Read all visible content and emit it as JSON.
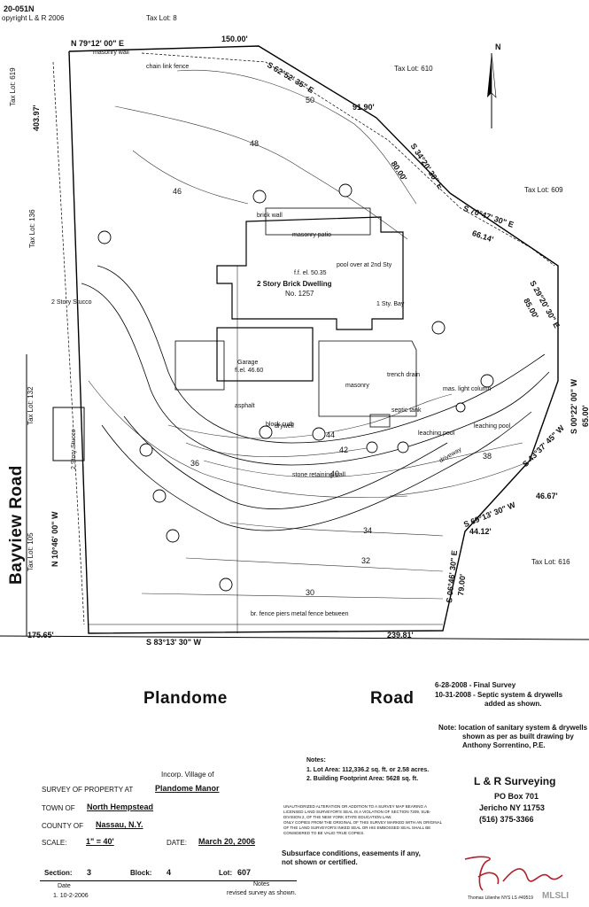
{
  "header": {
    "job_no": "20-051N",
    "copyright": "opyright L & R  2006"
  },
  "lots": {
    "tax_lot_8": "Tax Lot: 8",
    "tax_lot_610": "Tax Lot: 610",
    "tax_lot_609": "Tax Lot: 609",
    "tax_lot_619": "Tax Lot: 619",
    "tax_lot_136": "Tax Lot: 136",
    "tax_lot_132": "Tax Lot: 132",
    "tax_lot_105": "Tax Lot: 105",
    "tax_lot_616": "Tax Lot: 616"
  },
  "bearings": {
    "north_line": "N 79°12' 00\" E",
    "north_dist": "150.00'",
    "ne1": "S 62°52' 35\" E",
    "ne1_dist": "91.90'",
    "ne2": "S 34°20' 30\" E",
    "ne2_dist": "80.00'",
    "e1": "S 70°47' 30\" E",
    "e1_dist": "66.14'",
    "e2": "S 29°20' 30\" E",
    "e2_dist": "85.00'",
    "e3": "S 00°22' 00\" W",
    "e3_dist": "65.00'",
    "se1": "S 43°37' 45\" W",
    "se1_dist": "46.67'",
    "se2": "S 69°13' 30\" W",
    "se2_dist": "44.12'",
    "se3": "S 06°46' 30\" E",
    "se3_dist": "79.00'",
    "south": "S 83°13' 30\" W",
    "south_dist": "239.81'",
    "sw_dist": "175.65'",
    "west": "N 10°46' 00\" W",
    "west_top": "403.97'"
  },
  "plan_labels": {
    "dwelling": "2 Story Brick Dwelling",
    "dwelling_no": "No. 1257",
    "masonry_patio": "masonry patio",
    "garage": "Garage",
    "garage_el": "fl.el. 46.60",
    "stucco_top": "2 Story Stucco",
    "stucco_west": "2 Story Stucco",
    "masonry": "masonry",
    "trench_drain": "trench drain",
    "septic_tank": "septic tank",
    "leaching_pool": "leaching pool",
    "leaching_pool2": "leaching pool",
    "stone_wall": "stone retaining wall",
    "block_curb": "block curb",
    "asphalt": "asphalt",
    "driveway": "driveway",
    "drywell": "drywell",
    "brick_wall": "brick wall",
    "masonry_wall": "masonry wall",
    "chain_fence": "chain link fence",
    "fence_between": "br. fence piers metal fence between",
    "one_sty_bay": "1 Sty. Bay",
    "pool_over": "pool over at 2nd Sty",
    "ff_el": "f.f. el. 50.35",
    "light_column": "mas. light column",
    "north_arrow": "N"
  },
  "contours": [
    "50",
    "48",
    "46",
    "44",
    "42",
    "40",
    "38",
    "36",
    "34",
    "32",
    "30"
  ],
  "road": {
    "left": "Plandome",
    "right": "Road",
    "side": "Bayview Road"
  },
  "survey_notes": {
    "final_survey": "6-28-2008 - Final Survey",
    "septic_line1": "10-31-2008 - Septic system & drywells",
    "septic_line2": "added as shown.",
    "location_note1": "Note: location of sanitary system & drywells",
    "location_note2": "shown as per as built drawing by",
    "location_note3": "Anthony Sorrentino, P.E."
  },
  "title_block": {
    "incorp": "Incorp. Village of",
    "survey_label": "SURVEY OF PROPERTY AT",
    "survey_value": "Plandome Manor",
    "town_label": "TOWN OF",
    "town_value": "North Hempstead",
    "county_label": "COUNTY OF",
    "county_value": "Nassau, N.Y.",
    "scale_label": "SCALE:",
    "scale_value": "1\" = 40'",
    "date_label": "DATE:",
    "date_value": "March 20, 2006",
    "section_label": "Section:",
    "section_value": "3",
    "block_label": "Block:",
    "block_value": "4",
    "lot_label": "Lot:",
    "lot_value": "607",
    "rev_date_label": "Date",
    "rev_date_value": "1. 10-2-2006",
    "rev_notes_label": "Notes",
    "rev_notes_value": "revised survey as shown."
  },
  "notes": {
    "title": "Notes:",
    "line1": "1. Lot Area: 112,336.2 sq. ft. or 2.58 acres.",
    "line2": "2. Building Footprint Area: 5628 sq. ft."
  },
  "legal": {
    "l1": "UNAUTHORIZED ALTERATION OR ADDITION TO A SURVEY MAP BEARING A",
    "l2": "LICENSED LAND SURVEYOR'S SEAL IS A VIOLATION OF SECTION 7209, SUB-",
    "l3": "DIVISION 2, OF THE NEW YORK STATE EDUCATION LAW.",
    "l4": "ONLY COPIES FROM THE ORIGINAL OF THIS SURVEY MARKED WITH AN ORIGINAL",
    "l5": "OF THE LAND SURVEYOR'S INKED SEAL OR HIS EMBOSSED SEAL SHALL BE",
    "l6": "CONSIDERED TO BE VALID TRUE COPIES.",
    "sub1": "Subsurface conditions, easements if any,",
    "sub2": "not shown or certified."
  },
  "company": {
    "name": "L & R Surveying",
    "addr1": "PO Box 701",
    "addr2": "Jericho NY 11753",
    "phone": "(516) 375-3366"
  },
  "signature": {
    "caption": "Thomas Lilienhe NYS LS #49519",
    "watermark": "MLSLI"
  }
}
